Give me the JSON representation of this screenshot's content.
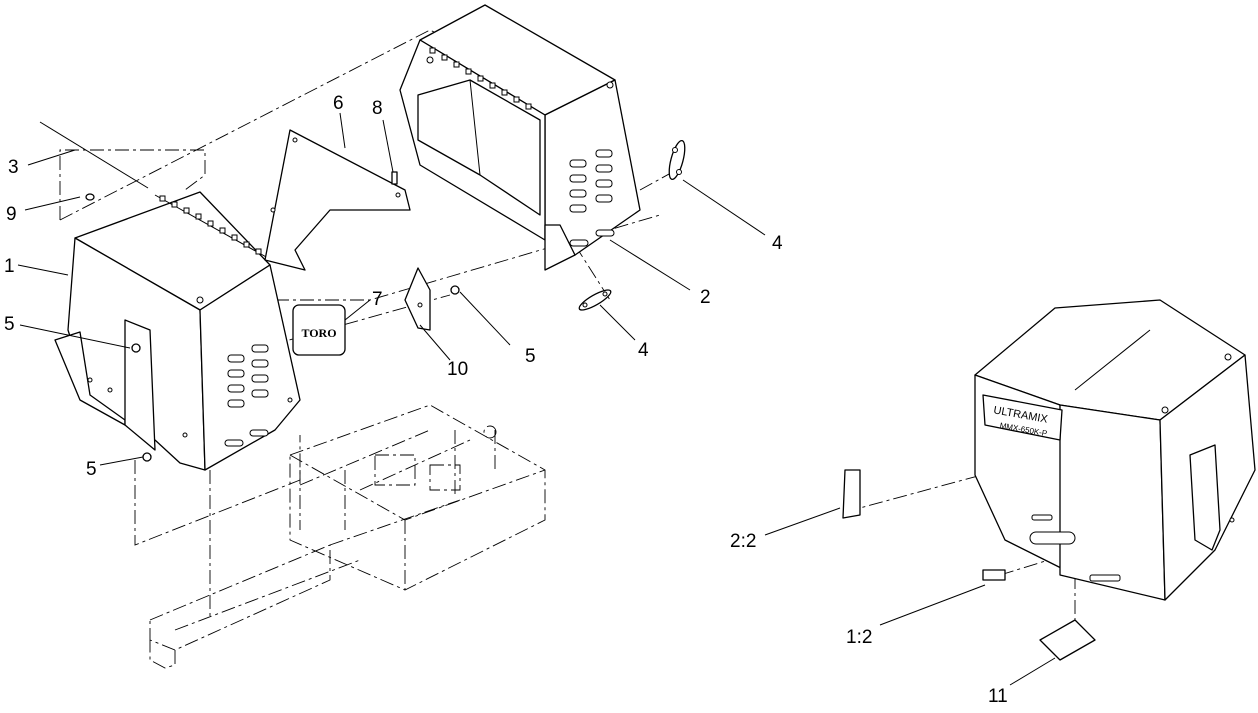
{
  "callouts": {
    "c1": "1",
    "c2": "2",
    "c3": "3",
    "c4a": "4",
    "c4b": "4",
    "c5a": "5",
    "c5b": "5",
    "c5c": "5",
    "c6": "6",
    "c7": "7",
    "c8": "8",
    "c9": "9",
    "c10": "10",
    "c11": "11",
    "c12": "2:2",
    "c13": "1:2"
  },
  "decals": {
    "toro_logo": "TORO",
    "ultramix_line1": "ULTRAMIX",
    "ultramix_line2": "MMX-650K-P"
  }
}
